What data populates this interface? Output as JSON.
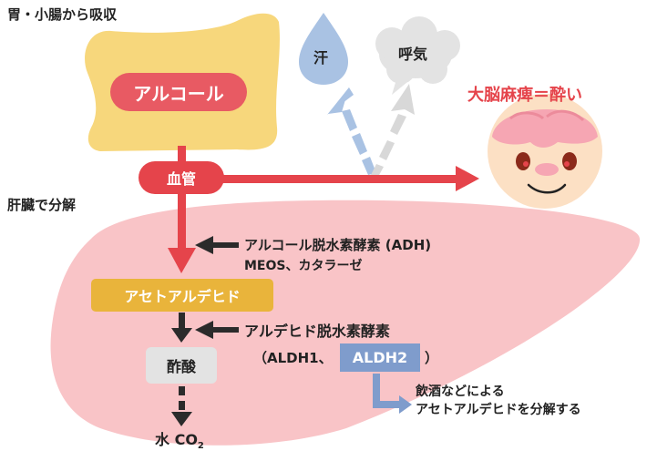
{
  "labels": {
    "stomach": "胃・小腸から吸収",
    "alcohol": "アルコール",
    "blood_vessel": "血管",
    "liver": "肝臓で分解",
    "sweat": "汗",
    "breath": "呼気",
    "brain": "大脳麻痺＝酔い",
    "adh": "アルコール脱水素酵素 (ADH)",
    "meos": "MEOS、カタラーゼ",
    "acetaldehyde": "アセトアルデヒド",
    "aldh": "アルデヒド脱水素酵素",
    "aldh_open": "（ALDH1、",
    "aldh2": "ALDH2",
    "aldh_close": "）",
    "aldh2_note1": "飲酒などによる",
    "aldh2_note2": "アセトアルデヒドを分解する",
    "acetic_acid": "酢酸",
    "water": "水 CO",
    "co2_sub": "2"
  },
  "colors": {
    "stomach": "#f7d77c",
    "alcohol_pill": "#e85a63",
    "blood_pill": "#e5444b",
    "red_arrow": "#e5444b",
    "liver": "#f9c4c7",
    "acetaldehyde_pill": "#e9b43b",
    "acetic_pill": "#e3e3e3",
    "dark_arrow": "#2b2b2b",
    "sweat_drop": "#a9c2e3",
    "breath_cloud": "#e3e3e3",
    "blue_arrow": "#a9c2e3",
    "gray_arrow": "#d8d8d8",
    "aldh2_box": "#7f9ccc",
    "brain_title": "#e5444b",
    "face": "#fce0c4",
    "brain_pink": "#f6a6b3"
  }
}
